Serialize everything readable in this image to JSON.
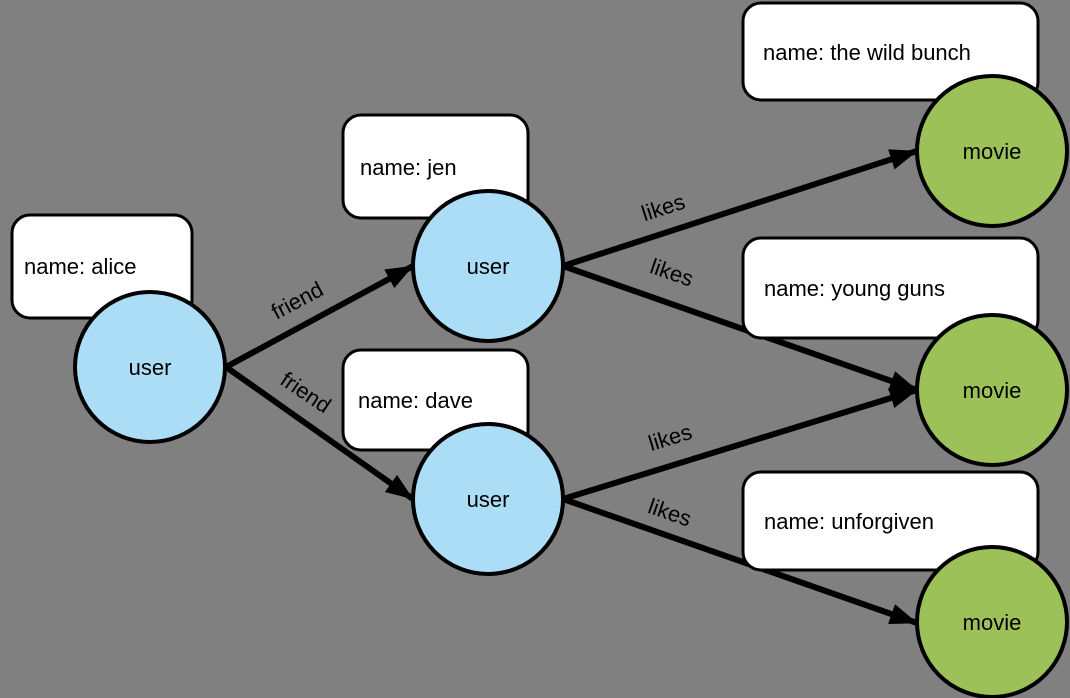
{
  "graph": {
    "colors": {
      "background": "#808080",
      "user_node": "#ABDDF6",
      "movie_node": "#9CC158",
      "property_box": "#FFFFFF",
      "stroke": "#000000"
    },
    "nodes": [
      {
        "id": "alice",
        "type": "user",
        "label": "user",
        "property": "name: alice"
      },
      {
        "id": "jen",
        "type": "user",
        "label": "user",
        "property": "name: jen"
      },
      {
        "id": "dave",
        "type": "user",
        "label": "user",
        "property": "name: dave"
      },
      {
        "id": "wild-bunch",
        "type": "movie",
        "label": "movie",
        "property": "name: the wild bunch"
      },
      {
        "id": "young-guns",
        "type": "movie",
        "label": "movie",
        "property": "name: young guns"
      },
      {
        "id": "unforgiven",
        "type": "movie",
        "label": "movie",
        "property": "name: unforgiven"
      }
    ],
    "edges": [
      {
        "from": "alice",
        "to": "jen",
        "label": "friend"
      },
      {
        "from": "alice",
        "to": "dave",
        "label": "friend"
      },
      {
        "from": "jen",
        "to": "wild-bunch",
        "label": "likes"
      },
      {
        "from": "jen",
        "to": "young-guns",
        "label": "likes"
      },
      {
        "from": "dave",
        "to": "young-guns",
        "label": "likes"
      },
      {
        "from": "dave",
        "to": "unforgiven",
        "label": "likes"
      }
    ]
  }
}
